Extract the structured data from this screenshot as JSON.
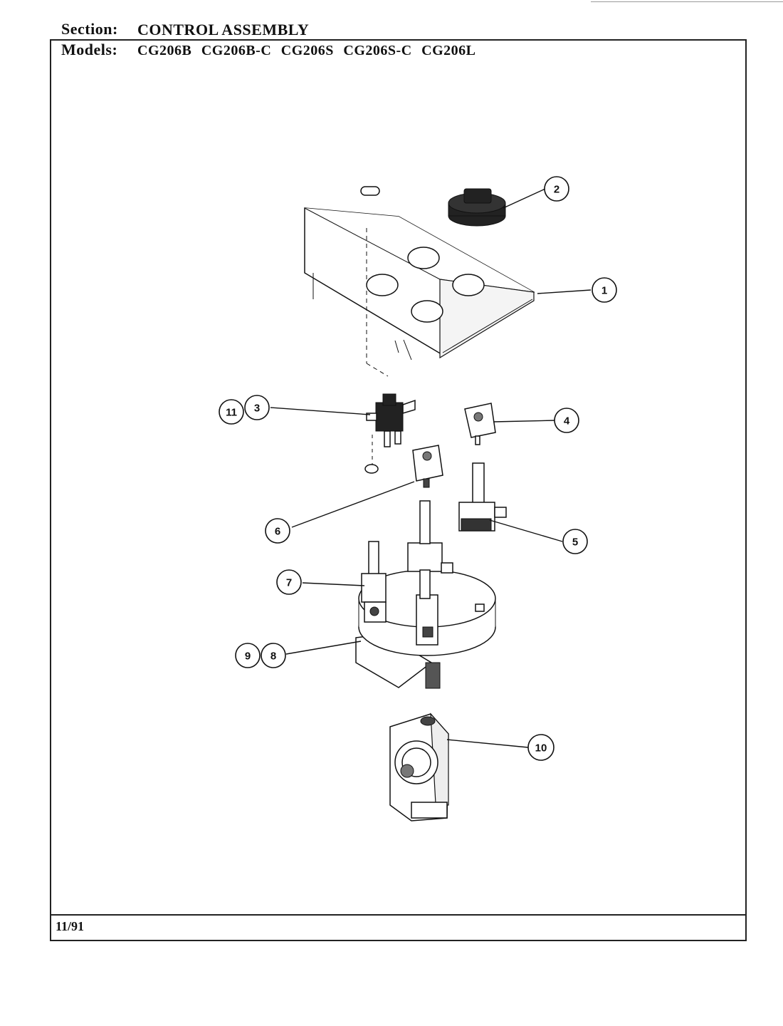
{
  "header": {
    "section_label": "Section:",
    "section_value": "CONTROL ASSEMBLY",
    "models_label": "Models:",
    "models_value": "CG206B  CG206B-C  CG206S  CG206S-C  CG206L"
  },
  "footer": {
    "date": "11/91"
  },
  "callouts": {
    "c1": "1",
    "c2": "2",
    "c3": "3",
    "c4": "4",
    "c5": "5",
    "c6": "6",
    "c7": "7",
    "c8": "8",
    "c9": "9",
    "c10": "10",
    "c11": "11"
  }
}
